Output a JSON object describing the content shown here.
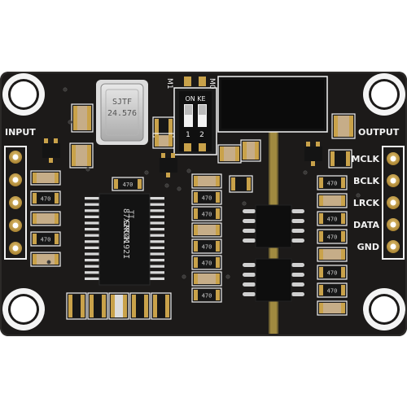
{
  "board": {
    "input_label": "INPUT",
    "output_label": "OUTPUT",
    "output_pins": [
      "MCLK",
      "BCLK",
      "LRCK",
      "DATA",
      "GND"
    ],
    "input_pin_count": 5,
    "dip_switch": {
      "top_label": "ON KE",
      "left_tag": "M1",
      "right_tag": "M0",
      "positions": [
        "1",
        "2"
      ]
    },
    "crystal": {
      "line1": "SJTF",
      "line2": "24.576"
    },
    "chip_main": {
      "logo": "TI",
      "line1": "SRC4192I",
      "line2": "87X2RCK"
    },
    "resistor_code": "470",
    "colors": {
      "pcb": "#1c1a19",
      "silkscreen": "#f2f2f2",
      "gold": "#c9a24a",
      "copper_strip": "#b39a4a",
      "component": "#121212"
    }
  }
}
